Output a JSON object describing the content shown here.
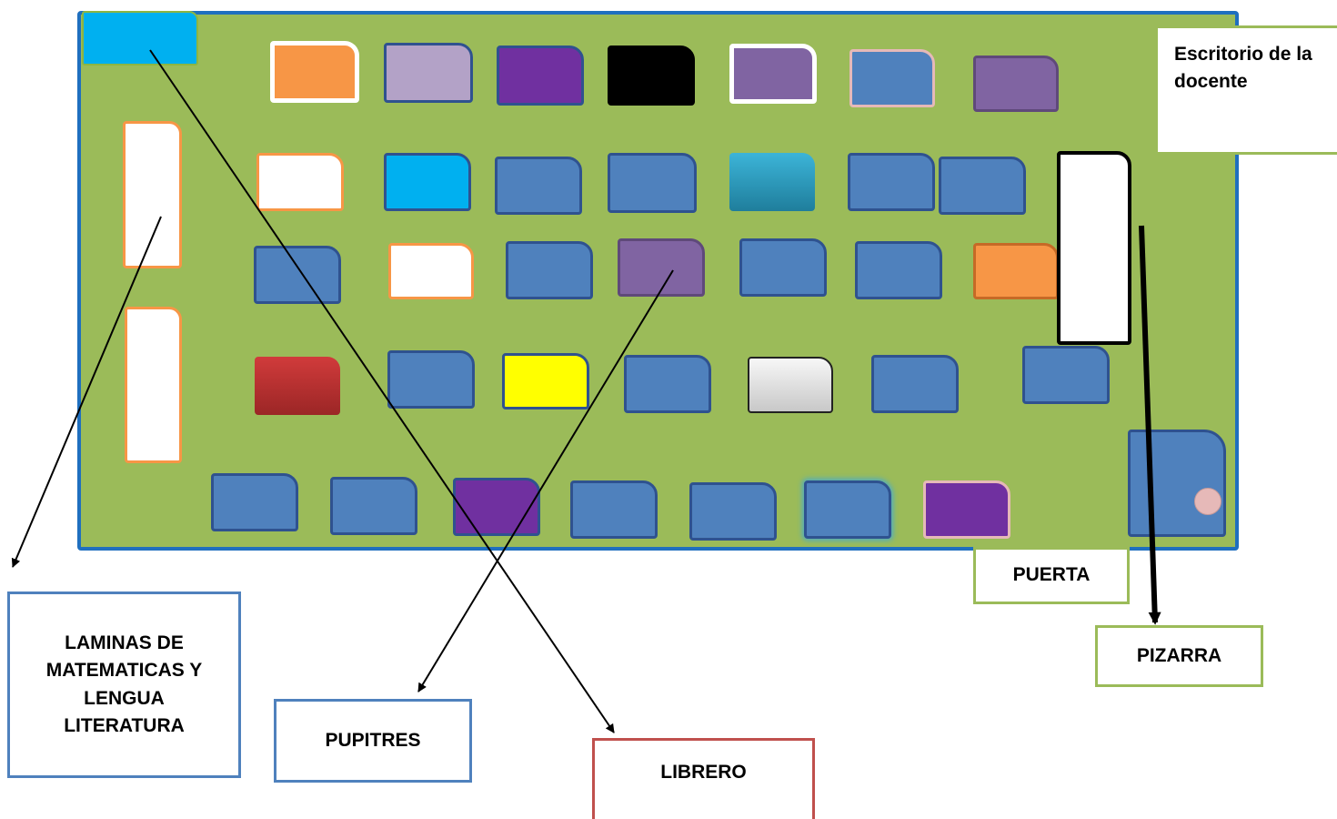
{
  "labels": {
    "escritorio": "Escritorio de la docente",
    "laminas": "LAMINAS DE MATEMATICAS Y LENGUA LITERATURA",
    "pupitres": "PUPITRES",
    "librero": "LIBRERO",
    "puerta": "PUERTA",
    "pizarra": "PIZARRA"
  },
  "colors": {
    "floor": "#9BBB59",
    "room_border": "#1F6FBF",
    "desk_default": "#4F81BD",
    "desk_border": "#2F528F"
  }
}
